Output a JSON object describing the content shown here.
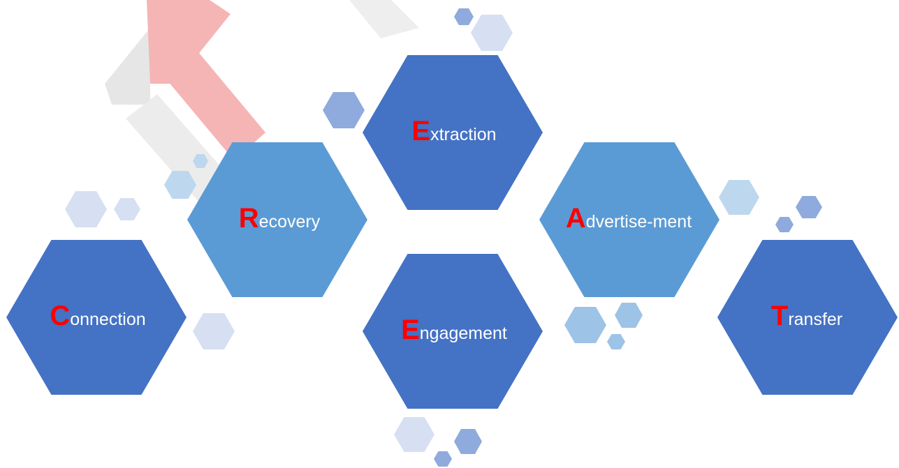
{
  "colors": {
    "dark_blue": "#4472c4",
    "light_blue": "#5b9bd5",
    "initial_red": "#ff0000",
    "label_white": "#ffffff",
    "watermark_red": "#f5b5b5",
    "watermark_gray": "#e6e6e6"
  },
  "diagram": {
    "hexagons": [
      {
        "id": "connection",
        "initial": "C",
        "rest": "onnection",
        "fill": "dark_blue"
      },
      {
        "id": "recovery",
        "initial": "R",
        "rest": "ecovery",
        "fill": "light_blue"
      },
      {
        "id": "extraction",
        "initial": "E",
        "rest": "xtraction",
        "fill": "dark_blue"
      },
      {
        "id": "engagement",
        "initial": "E",
        "rest": "ngagement",
        "fill": "dark_blue"
      },
      {
        "id": "advertisement",
        "initial": "A",
        "rest": "dvertise-ment",
        "fill": "light_blue"
      },
      {
        "id": "transfer",
        "initial": "T",
        "rest": "ransfer",
        "fill": "dark_blue"
      }
    ]
  }
}
